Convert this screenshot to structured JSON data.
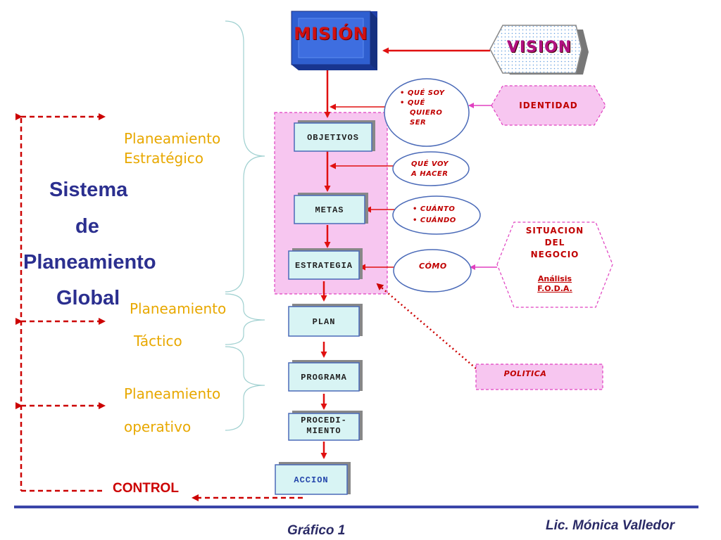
{
  "left_labels": {
    "strategic_line1": "Planeamiento",
    "strategic_line2": "Estratégico",
    "tactical_line1": "Planeamiento",
    "tactical_line2": "Táctico",
    "operative_line1": "Planeamiento",
    "operative_line2": "operativo"
  },
  "system_title": {
    "line1": "Sistema",
    "line2": "de",
    "line3": "Planeamiento",
    "line4": "Global"
  },
  "control_label": "CONTROL",
  "top": {
    "mision": "MISIÓN",
    "vision": "VISION"
  },
  "steps": {
    "objetivos": "OBJETIVOS",
    "metas": "METAS",
    "estrategia": "ESTRATEGIA",
    "plan": "PLAN",
    "programa": "PROGRAMA",
    "procedimiento_line1": "PROCEDI-",
    "procedimiento_line2": "MIENTO",
    "accion": "ACCION"
  },
  "questions": {
    "q1_line1": "• QUÉ SOY",
    "q1_line2": "• QUÉ",
    "q1_line3": "QUIERO",
    "q1_line4": "SER",
    "q2_line1": "QUÉ VOY",
    "q2_line2": "A HACER",
    "q3_line1": "• CUÁNTO",
    "q3_line2": "• CUÁNDO",
    "q4": "CÓMO"
  },
  "right_boxes": {
    "identidad": "IDENTIDAD",
    "situacion_line1": "SITUACION",
    "situacion_line2": "DEL",
    "situacion_line3": "NEGOCIO",
    "analisis": "Análisis",
    "foda": "F.O.D.A.",
    "politica": "POLITICA"
  },
  "footer": {
    "caption": "Gráfico 1",
    "author": "Lic. Mónica Valledor"
  },
  "colors": {
    "arrow_red": "#e01010",
    "dashed_red": "#cc0000",
    "pink_fill": "#f7c6f0",
    "pink_border": "#e040c0",
    "step_fill": "#d8f4f4",
    "mision_fill": "#2f5fd0",
    "navy": "#2b2f8f",
    "gold": "#e8a800",
    "footer_line": "#3a45a8"
  }
}
